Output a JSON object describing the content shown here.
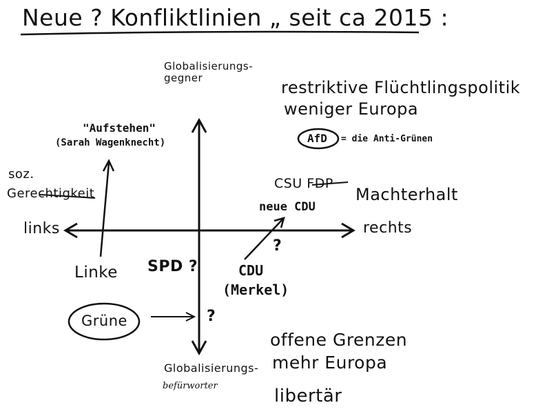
{
  "title": "Neue ? Konfliktlinien „ seit ca 2015 :",
  "axes": {
    "top": "Globalisierungs-gegner",
    "bottom_line1": "Globalisierungs-",
    "bottom_line2": "befürworter",
    "left": "links",
    "right": "rechts"
  },
  "top_right": {
    "line1": "restriktive Flüchtlingspolitik",
    "line2": "weniger Europa",
    "afd": "AfD",
    "afd_note": "= die Anti-Grünen"
  },
  "bottom_right": {
    "line1": "offene Grenzen",
    "line2": "mehr Europa",
    "line3": "libertär"
  },
  "top_left": {
    "line1": "\"Aufstehen\"",
    "line2": "(Sarah Wagenknecht)"
  },
  "left_note": {
    "line1": "soz.",
    "line2": "Gerechtigkeit"
  },
  "parties": {
    "csu_fdp": "CSU FDP",
    "neue_cdu": "neue CDU",
    "machterhalt": "Machterhalt",
    "cdu": "CDU",
    "merkel": "(Merkel)",
    "linke": "Linke",
    "spd": "SPD ?",
    "gruene": "Grüne"
  },
  "marks": {
    "q_cdu": "?",
    "q_gruene": "?"
  }
}
